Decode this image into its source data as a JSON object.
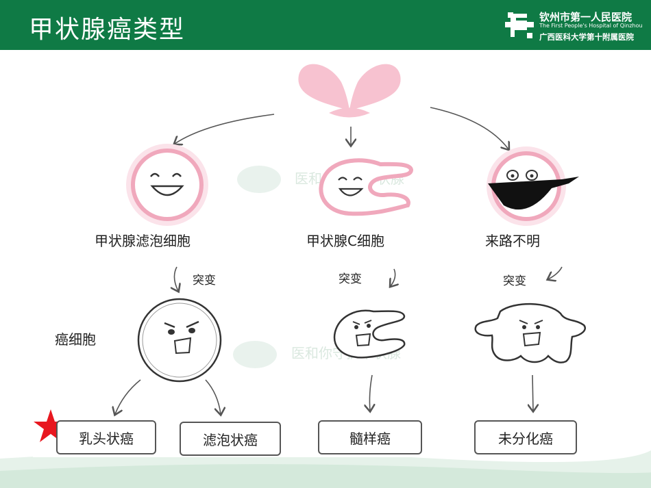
{
  "header": {
    "title": "甲状腺癌类型",
    "hospital_cn": "钦州市第一人民医院",
    "hospital_en": "The First People's Hospital of Qinzhou",
    "hospital_sub": "广西医科大学第十附属医院"
  },
  "diagram": {
    "cell_types": [
      "甲状腺滤泡细胞",
      "甲状腺C细胞",
      "来路不明"
    ],
    "mutation_label": "突变",
    "cancer_cell_label": "癌细胞",
    "cancer_types": [
      "乳头状癌",
      "滤泡状癌",
      "髓样癌",
      "未分化癌"
    ],
    "watermark": "医和你守护甲状腺"
  },
  "colors": {
    "header_green": "#0f7a45",
    "thyroid_pink": "#f4b8c8",
    "highlight_star": "#e8171f"
  }
}
